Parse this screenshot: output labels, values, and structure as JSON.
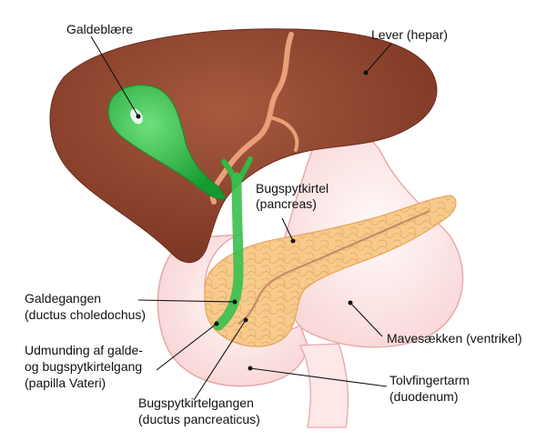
{
  "labels": {
    "gallbladder": "Galdeblære",
    "liver": "Lever (hepar)",
    "pancreas": [
      "Bugspytkirtel",
      "(pancreas)"
    ],
    "bile_duct": [
      "Galdegangen",
      "(ductus choledochus)"
    ],
    "papilla": [
      "Udmunding af galde-",
      "og bugspytkirtelgang",
      "(papilla Vateri)"
    ],
    "pancreatic_duct": [
      "Bugspytkirtelgangen",
      "(ductus pancreaticus)"
    ],
    "stomach": "Mavesækken (ventrikel)",
    "duodenum": [
      "Tolvfingertarm",
      "(duodenum)"
    ]
  },
  "colors": {
    "liver": "#8a3f2a",
    "liver_highlight": "#a65a3f",
    "gallbladder": "#1fae3a",
    "bile_duct": "#4cc45a",
    "pancreas": "#f5c27e",
    "stomach": "#fde3e3",
    "stomach_outline": "#e7a7a7",
    "vessel": "#e9a07a"
  }
}
